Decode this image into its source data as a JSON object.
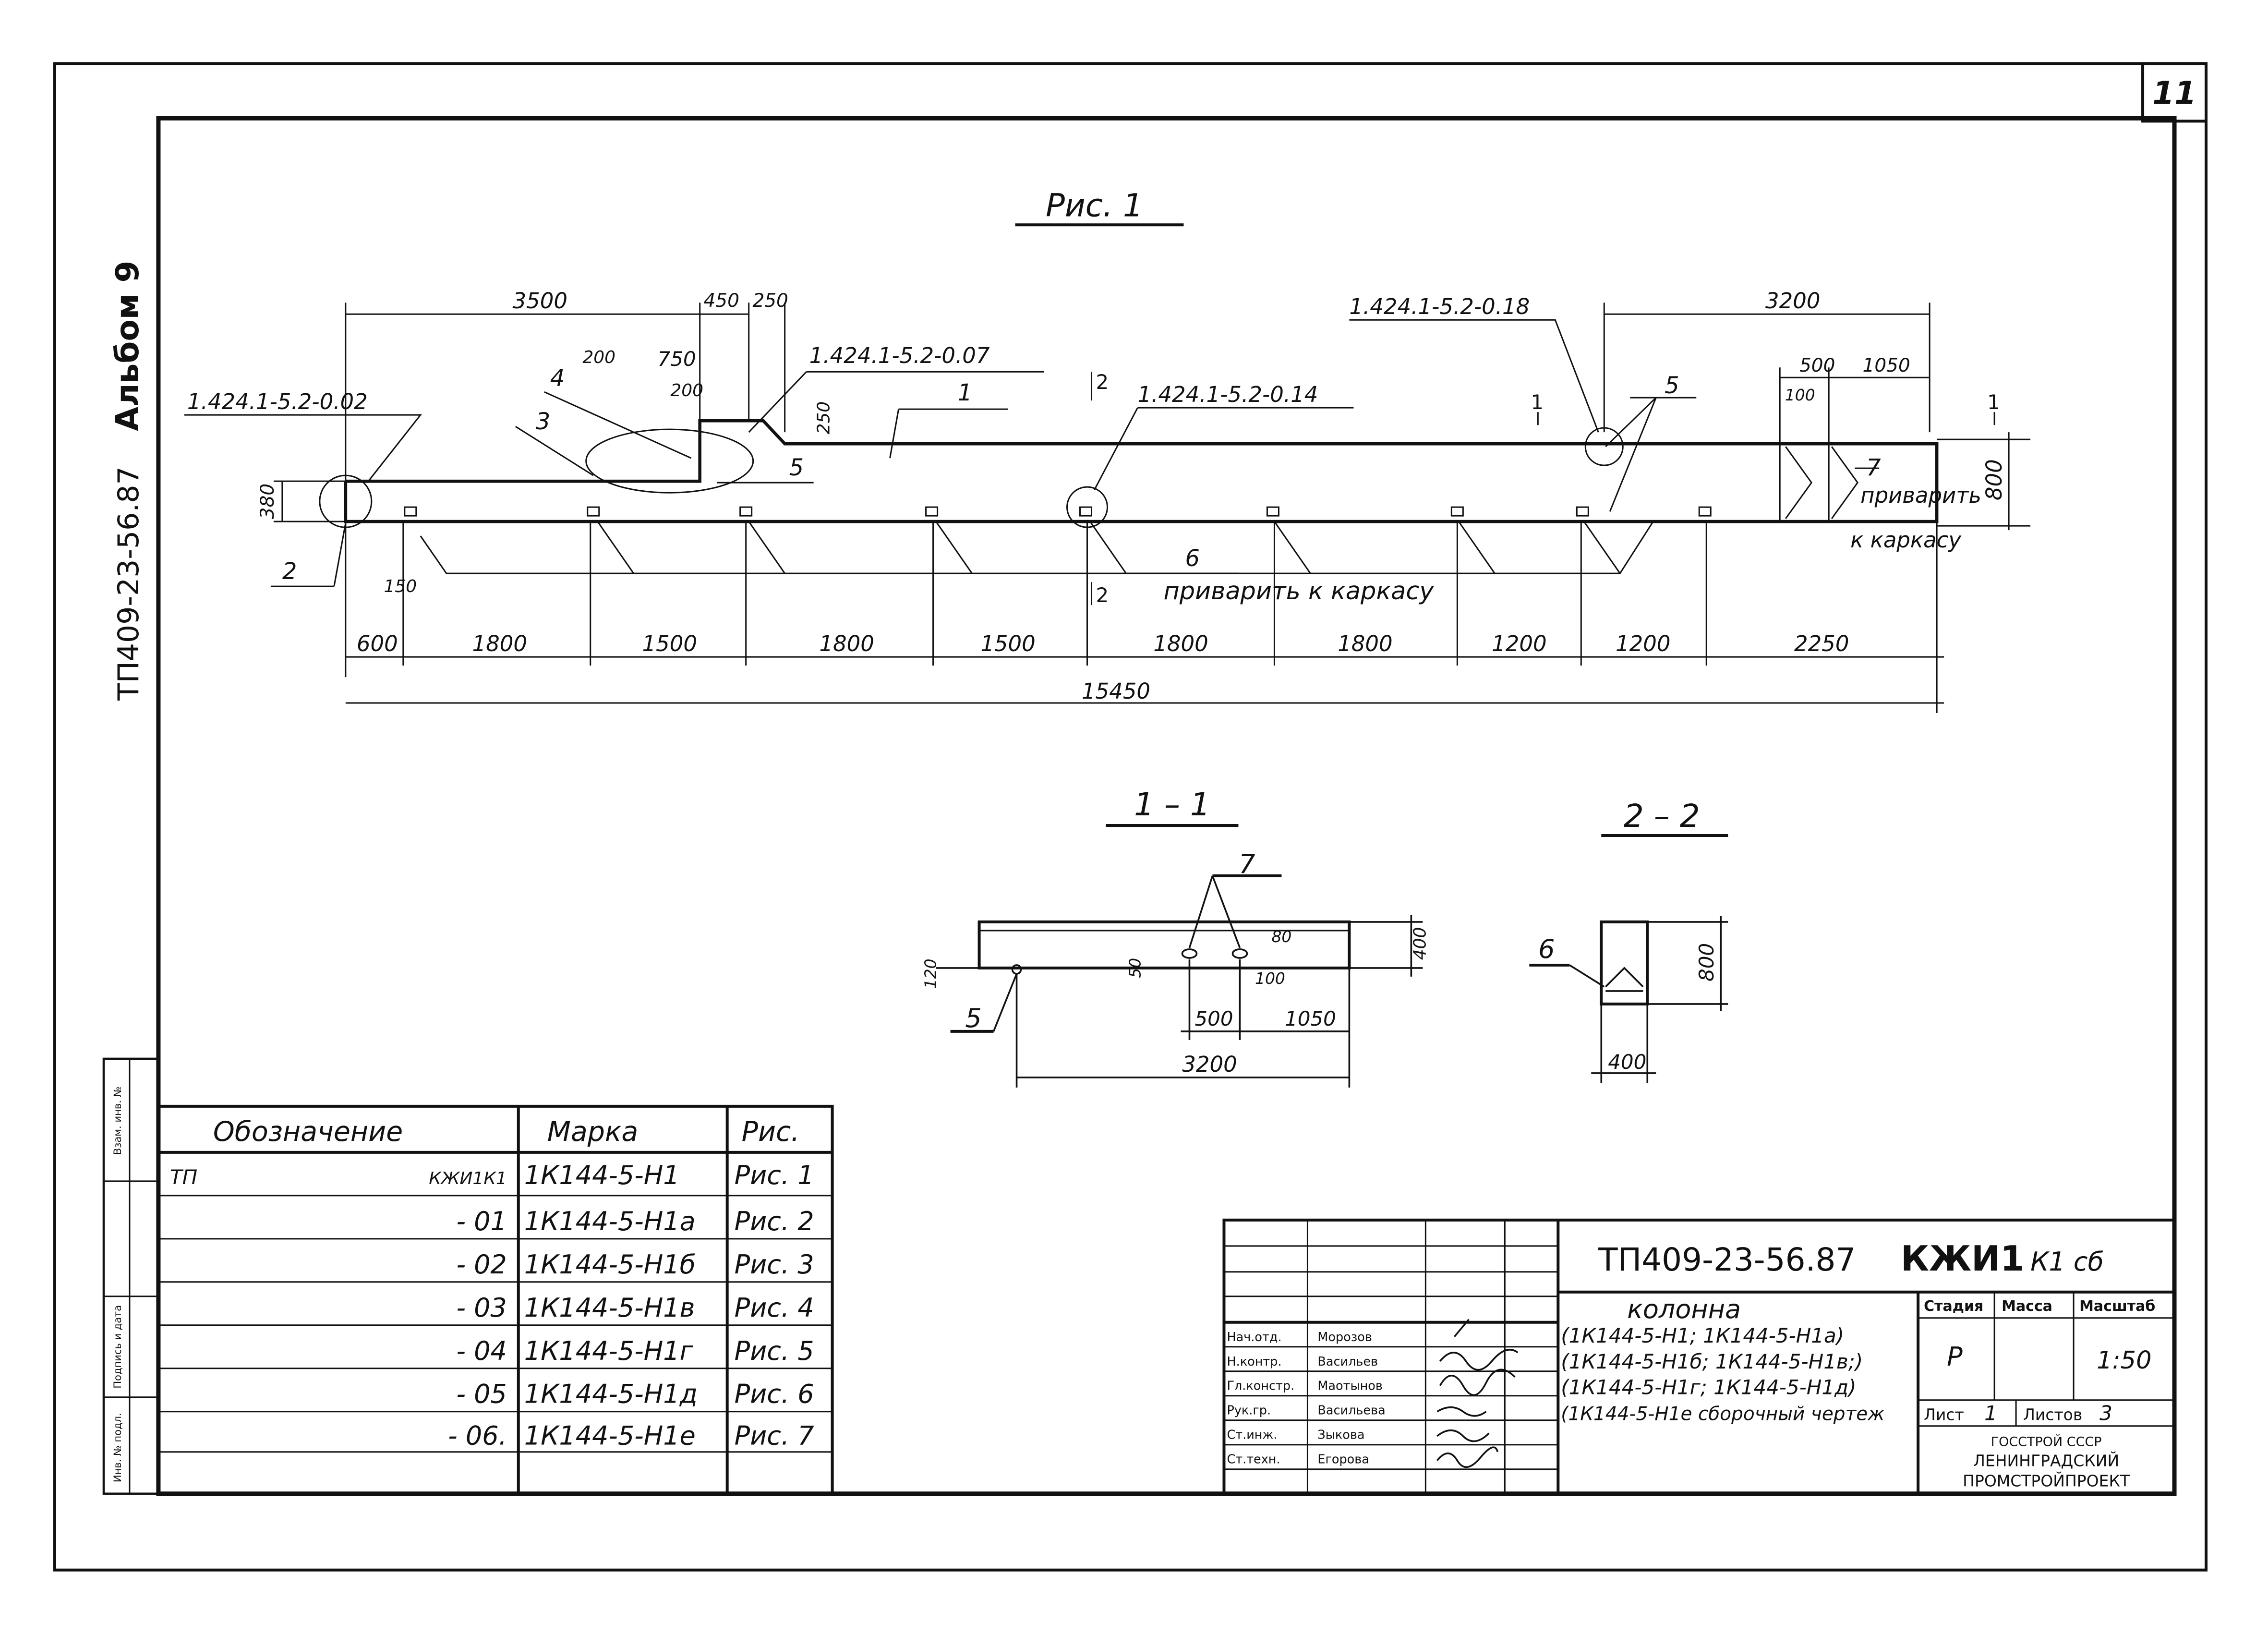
{
  "sheet": {
    "number": "11",
    "album": "Альбом 9",
    "side_code": "ТП409-23-56.87",
    "side_stamp": [
      "Инв. № подл.",
      "Подпись и дата",
      "Взам. инв. №"
    ]
  },
  "fig1": {
    "title": "Рис. 1",
    "dims_top": [
      "3500",
      "450",
      "250",
      "200",
      "750",
      "200",
      "250",
      "3200",
      "500",
      "1050",
      "100",
      "380",
      "800",
      "150"
    ],
    "dims_bottom": [
      "600",
      "1800",
      "1500",
      "1800",
      "1500",
      "1800",
      "1800",
      "1200",
      "1200",
      "2250"
    ],
    "total": "15450",
    "refs": {
      "r1": "1.424.1-5.2-0.02",
      "r2": "1.424.1-5.2-0.07",
      "r3": "1.424.1-5.2-0.14",
      "r4": "1.424.1-5.2-0.18"
    },
    "positions": [
      "1",
      "2",
      "3",
      "4",
      "5",
      "5",
      "6",
      "7"
    ],
    "section_marks": [
      "1",
      "1",
      "2",
      "2"
    ],
    "note_weld_6": "приварить к каркасу",
    "note_weld_7a": "приварить",
    "note_weld_7b": "к каркасу"
  },
  "sec11": {
    "title": "1 – 1",
    "pos7": "7",
    "pos5": "5",
    "dims": [
      "400",
      "500",
      "1050",
      "3200",
      "100",
      "120",
      "50",
      "80"
    ]
  },
  "sec22": {
    "title": "2 – 2",
    "pos6": "6",
    "dims": [
      "800",
      "400"
    ]
  },
  "spec": {
    "headers": [
      "Обозначение",
      "Марка",
      "Рис."
    ],
    "rows": [
      {
        "code": "ТП",
        "doc": "КЖИ1К1",
        "mark": "1К144-5-Н1",
        "fig": "Рис. 1"
      },
      {
        "code": "",
        "doc": "- 01",
        "mark": "1К144-5-Н1а",
        "fig": "Рис. 2"
      },
      {
        "code": "",
        "doc": "- 02",
        "mark": "1К144-5-Н1б",
        "fig": "Рис. 3"
      },
      {
        "code": "",
        "doc": "- 03",
        "mark": "1К144-5-Н1в",
        "fig": "Рис. 4"
      },
      {
        "code": "",
        "doc": "- 04",
        "mark": "1К144-5-Н1г",
        "fig": "Рис. 5"
      },
      {
        "code": "",
        "doc": "- 05",
        "mark": "1К144-5-Н1д",
        "fig": "Рис. 6"
      },
      {
        "code": "",
        "doc": "- 06.",
        "mark": "1К144-5-Н1е",
        "fig": "Рис. 7"
      }
    ]
  },
  "titleblock": {
    "doc_code": "ТП409-23-56.87",
    "doc_mark": "КЖИ1",
    "doc_suffix": "К1 сб",
    "name": "колонна",
    "name_lines": [
      "(1К144-5-Н1; 1К144-5-Н1а)",
      "(1К144-5-Н1б; 1К144-5-Н1в;)",
      "(1К144-5-Н1г; 1К144-5-Н1д)",
      "(1К144-5-Н1е сборочный чертеж"
    ],
    "people": [
      {
        "role": "Нач.отд.",
        "name": "Морозов"
      },
      {
        "role": "Н.контр.",
        "name": "Васильев"
      },
      {
        "role": "Гл.констр.",
        "name": "Маотынов"
      },
      {
        "role": "Рук.гр.",
        "name": "Васильева"
      },
      {
        "role": "Ст.инж.",
        "name": "Зыкова"
      },
      {
        "role": "Ст.техн.",
        "name": "Егорова"
      }
    ],
    "stage_label": "Стадия",
    "mass_label": "Масса",
    "scale_label": "Масштаб",
    "stage": "Р",
    "scale": "1:50",
    "sheet_label": "Лист",
    "sheet_no": "1",
    "sheets_label": "Листов",
    "sheets_total": "3",
    "org_lines": [
      "ГОССТРОЙ СССР",
      "ЛЕНИНГРАДСКИЙ",
      "ПРОМСТРОЙПРОЕКТ"
    ]
  }
}
